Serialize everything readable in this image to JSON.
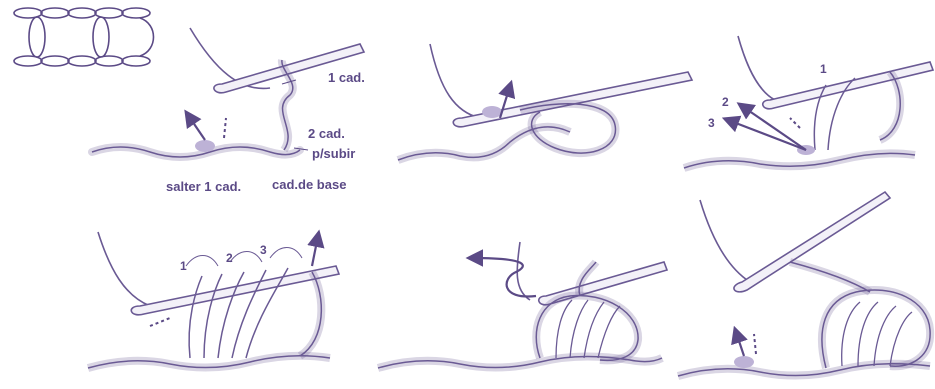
{
  "colors": {
    "accent": "#5b4a86",
    "yarn_fill": "#eceaf4",
    "yarn_stroke": "#6a5a94",
    "shade": "#bdb2d6"
  },
  "symbol_chart": {
    "icon": "crochet-stitch-symbol-icon"
  },
  "panel1": {
    "label_1cad": "1 cad.",
    "label_2cad_line1": "2 cad.",
    "label_2cad_line2": "p/subir",
    "label_skip": "salter 1 cad.",
    "label_base": "cad.de base"
  },
  "panel3": {
    "num1": "1",
    "num2": "2",
    "num3": "3"
  },
  "panel4": {
    "num1": "1",
    "num2": "2",
    "num3": "3"
  }
}
